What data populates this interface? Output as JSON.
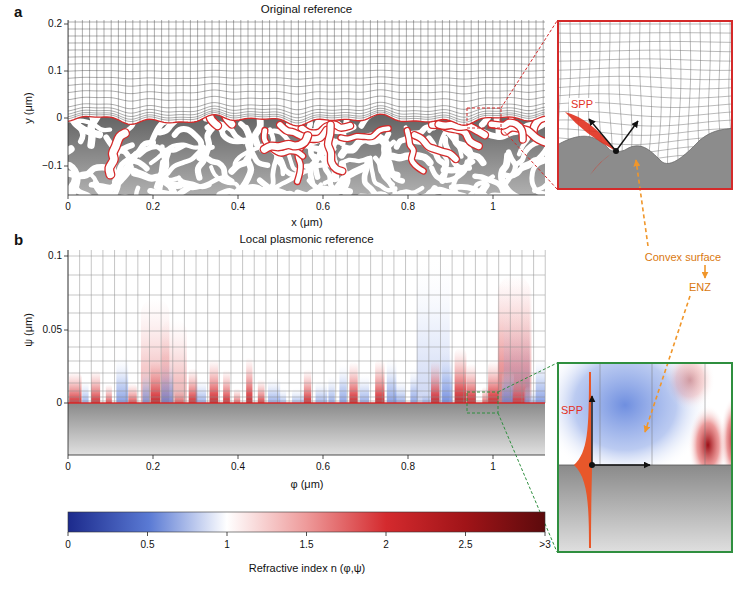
{
  "diagram": {
    "nodes": [
      {
        "text": [
          "Original reference"
        ]
      },
      {
        "text": [
          "SPP"
        ]
      },
      {
        "text": [
          "Local plasmonic reference"
        ]
      },
      {
        "text": [
          "SPP"
        ]
      }
    ],
    "labels": [
      "a",
      "y (μm)",
      "0.2",
      "0.1",
      "0",
      "−0.1",
      "0",
      "0.2",
      "0.4",
      "0.6",
      "0.8",
      "1",
      "x (μm)",
      "Convex surface",
      "ENZ",
      "b",
      "ψ (μm)",
      "0.1",
      "0.05",
      "0",
      "0",
      "0.2",
      "0.4",
      "0.6",
      "0.8",
      "1",
      "φ (μm)",
      "0",
      "0.5",
      "1",
      "1.5",
      "2",
      "2.5",
      ">3",
      "Refractive index n (φ,ψ)"
    ]
  }
}
